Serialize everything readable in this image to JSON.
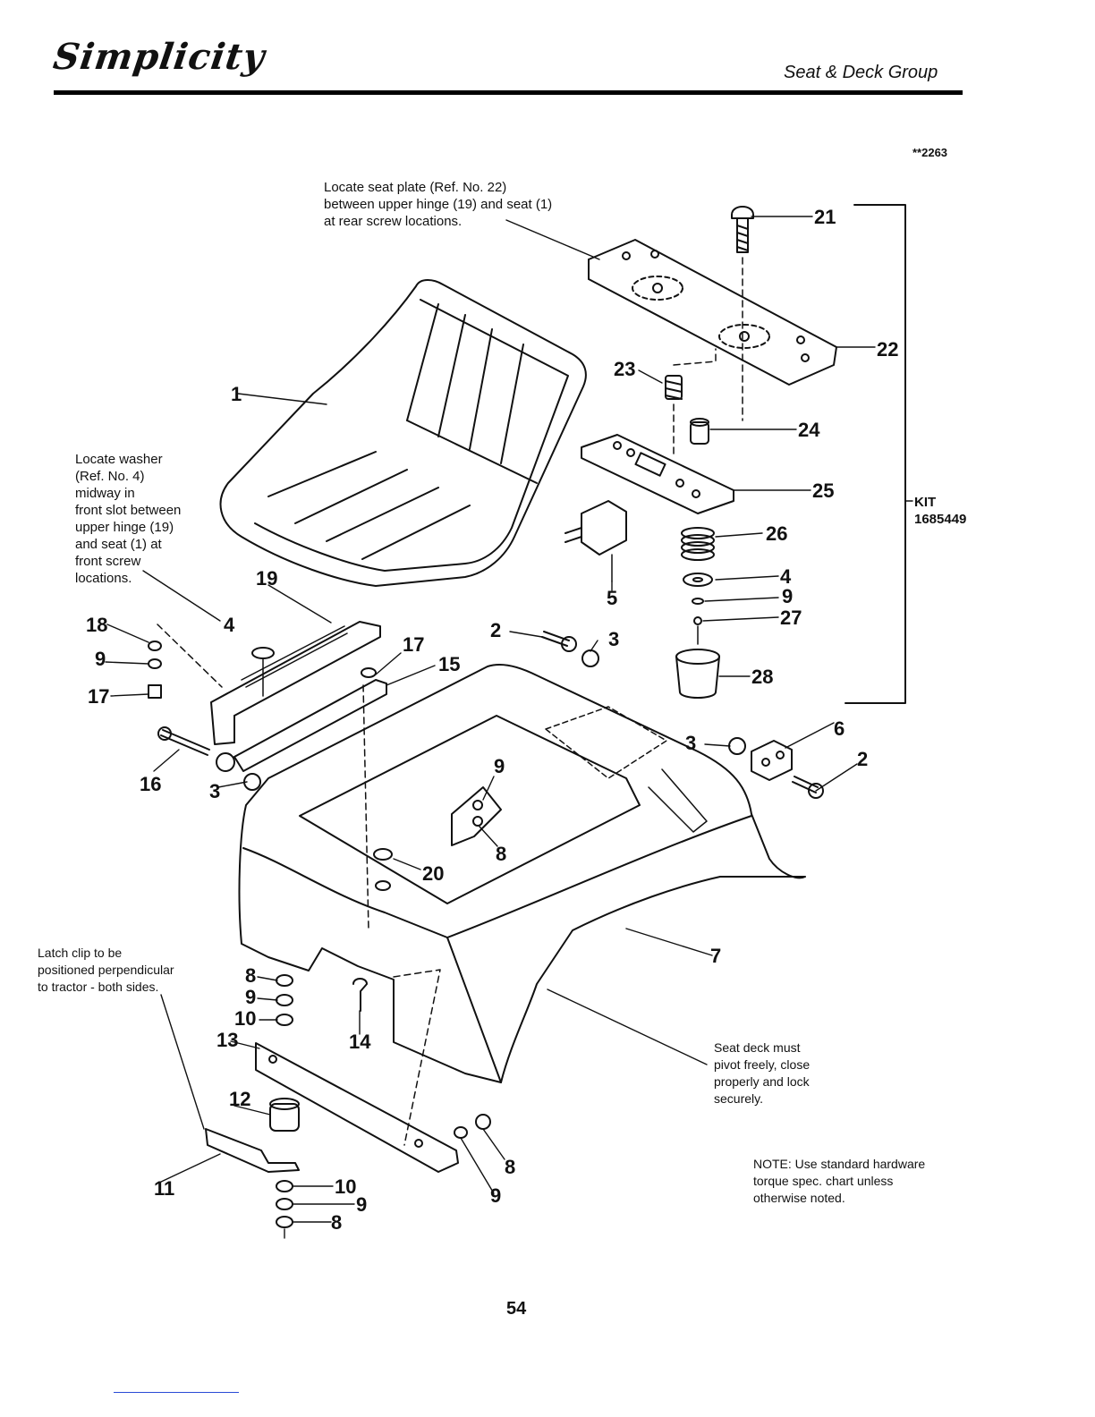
{
  "header": {
    "brand": "Simplicity",
    "section_title": "Seat & Deck Group"
  },
  "figure_number": "**2263",
  "notes": {
    "seat_plate": [
      "Locate seat plate (Ref. No. 22)",
      "between upper hinge (19) and seat (1)",
      "at rear screw locations."
    ],
    "washer": [
      "Locate washer",
      "(Ref. No. 4)",
      "midway in",
      "front slot between",
      "upper hinge (19)",
      "and seat (1) at",
      "front screw",
      "locations."
    ],
    "latch_clip": [
      "Latch clip to be",
      "positioned perpendicular",
      "to tractor - both sides."
    ],
    "seat_deck": [
      "Seat deck must",
      "pivot freely, close",
      "properly and lock",
      "securely."
    ],
    "torque": [
      "NOTE: Use standard hardware",
      "torque spec. chart unless",
      "otherwise noted."
    ]
  },
  "kit": {
    "label": "KIT",
    "number": "1685449"
  },
  "callouts": [
    "1",
    "2",
    "2",
    "3",
    "3",
    "3",
    "4",
    "4",
    "5",
    "6",
    "7",
    "8",
    "8",
    "8",
    "8",
    "9",
    "9",
    "9",
    "9",
    "9",
    "9",
    "10",
    "10",
    "11",
    "12",
    "13",
    "14",
    "15",
    "16",
    "17",
    "17",
    "18",
    "19",
    "20",
    "21",
    "22",
    "23",
    "24",
    "25",
    "26",
    "27",
    "28"
  ],
  "page_number": "54"
}
